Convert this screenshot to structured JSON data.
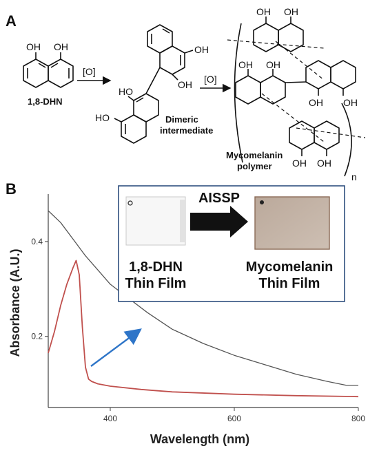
{
  "panel_a": {
    "letter": "A",
    "oh": "OH",
    "ho": "HO",
    "n": "n",
    "reagent": "[O]",
    "dhn": "1,8-DHN",
    "dimer_1": "Dimeric",
    "dimer_2": "intermediate",
    "poly_1": "Mycomelanin",
    "poly_2": "polymer"
  },
  "panel_b": {
    "letter": "B",
    "inset": {
      "arrow_label": "AISSP",
      "left_1": "1,8-DHN",
      "left_2": "Thin Film",
      "right_1": "Mycomelanin",
      "right_2": "Thin Film"
    },
    "colors": {
      "gray": "#555555",
      "red": "#c0504d",
      "arrow": "#2e75c8",
      "inset_border": "#2f4f7f"
    }
  },
  "chart_data": {
    "type": "line",
    "xlabel": "Wavelength (nm)",
    "ylabel": "Absorbance (A.U.)",
    "xlim": [
      300,
      800
    ],
    "ylim": [
      0.05,
      0.5
    ],
    "xticks": [
      400,
      600,
      800
    ],
    "yticks": [
      0.2,
      0.4
    ],
    "grid": false,
    "series": [
      {
        "color": "gray",
        "x": [
          300,
          320,
          340,
          360,
          380,
          400,
          430,
          460,
          500,
          550,
          600,
          650,
          700,
          750,
          780,
          800
        ],
        "y": [
          0.465,
          0.44,
          0.405,
          0.37,
          0.34,
          0.31,
          0.28,
          0.25,
          0.215,
          0.185,
          0.16,
          0.14,
          0.12,
          0.105,
          0.097,
          0.097
        ]
      },
      {
        "color": "red",
        "x": [
          300,
          310,
          320,
          330,
          340,
          345,
          350,
          355,
          360,
          365,
          370,
          380,
          400,
          450,
          500,
          600,
          700,
          800
        ],
        "y": [
          0.165,
          0.21,
          0.265,
          0.31,
          0.345,
          0.36,
          0.33,
          0.22,
          0.135,
          0.11,
          0.105,
          0.1,
          0.095,
          0.088,
          0.083,
          0.078,
          0.075,
          0.073
        ]
      }
    ]
  }
}
